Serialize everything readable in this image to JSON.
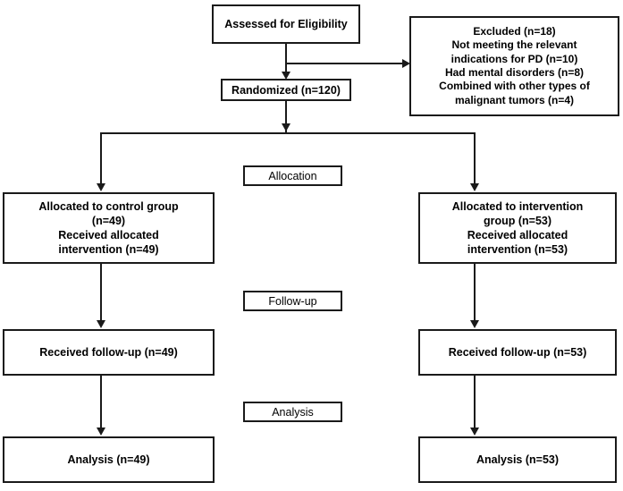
{
  "diagram": {
    "type": "consort-flow-diagram",
    "nodes": {
      "assessed": "Assessed for Eligibility",
      "excluded": "Excluded (n=18)\nNot meeting the relevant\nindications for PD (n=10)\nHad mental disorders (n=8)\nCombined with other types of\nmalignant tumors (n=4)",
      "randomized": "Randomized (n=120)",
      "allocated_control": "Allocated to control group\n(n=49)\nReceived allocated\nintervention (n=49)",
      "allocated_intervention": "Allocated to intervention\ngroup (n=53)\nReceived allocated\nintervention (n=53)",
      "followup_control": "Received follow-up (n=49)",
      "followup_intervention": "Received follow-up (n=53)",
      "analysis_control": "Analysis (n=49)",
      "analysis_intervention": "Analysis (n=53)"
    },
    "stage_labels": {
      "allocation": "Allocation",
      "followup": "Follow-up",
      "analysis": "Analysis"
    },
    "counts": {
      "assessed_total": null,
      "excluded_total": 18,
      "excluded_not_meeting_indications_pd": 10,
      "excluded_mental_disorders": 8,
      "excluded_other_malignant_tumors": 4,
      "randomized": 120,
      "control_allocated": 49,
      "control_received_intervention": 49,
      "control_followup": 49,
      "control_analysis": 49,
      "intervention_allocated": 53,
      "intervention_received_intervention": 53,
      "intervention_followup": 53,
      "intervention_analysis": 53
    },
    "colors": {
      "stroke": "#1a1a1a",
      "background": "#ffffff",
      "text": "#000000"
    }
  }
}
